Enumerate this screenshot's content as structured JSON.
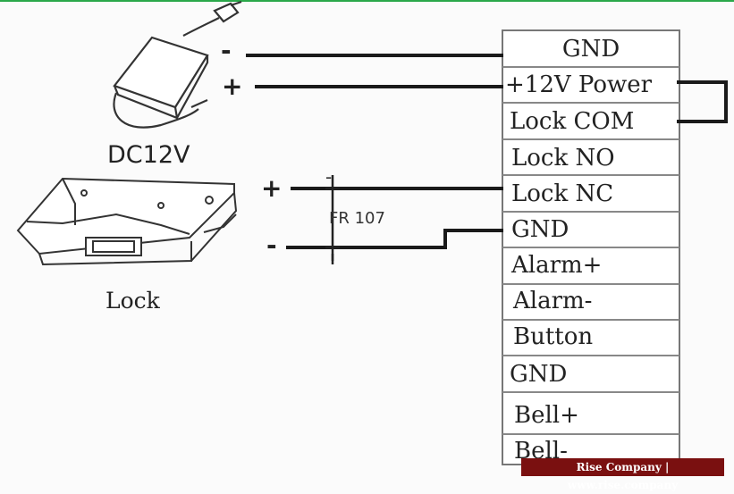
{
  "terminals": [
    "GND",
    "+12V Power",
    "Lock COM",
    "Lock NO",
    "Lock NC",
    "GND",
    "Alarm+",
    "Alarm-",
    "Button",
    "GND",
    "Bell+",
    "Bell-"
  ],
  "power_supply": {
    "label": "DC12V",
    "minus": "-",
    "plus": "+"
  },
  "lock": {
    "label": "Lock",
    "plus": "+",
    "minus": "-"
  },
  "diode": {
    "label": "FR 107",
    "mark": "-"
  },
  "watermark": "Rise Company | www.rise.company",
  "colors": {
    "wire": "#1a1a1a",
    "box_border": "#777777",
    "watermark_bg": "#7a1010",
    "accent": "#2aa84a"
  }
}
